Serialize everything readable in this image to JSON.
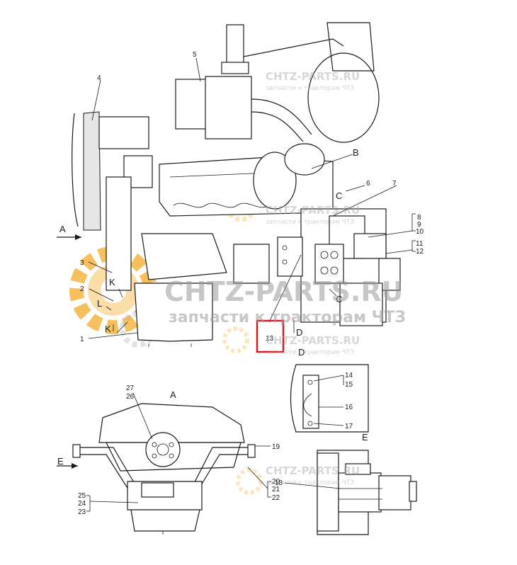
{
  "watermarks": {
    "site": "CHTZ-PARTS.RU",
    "tagline_big": "запчасти к тракторам ЧТЗ",
    "tagline_small": "запчасти к тракторам ЧТЗ"
  },
  "highlight_color": "#e0141e",
  "gear_color": "#f5b642",
  "callouts": {
    "n1": "1",
    "n2": "2",
    "n3": "3",
    "n4": "4",
    "n5": "5",
    "n6": "6",
    "n7": "7",
    "n8": "8",
    "n9": "9",
    "n10": "10",
    "n11": "11",
    "n12": "12",
    "n13": "13",
    "n14": "14",
    "n15": "15",
    "n16": "16",
    "n17": "17",
    "n18": "18",
    "n19": "19",
    "n20": "20",
    "n21": "21",
    "n22": "22",
    "n23": "23",
    "n24": "24",
    "n25": "25",
    "n26": "26",
    "n27": "27"
  },
  "views": {
    "A": "A",
    "B": "B",
    "C": "C",
    "D": "D",
    "E": "E",
    "K": "K",
    "L": "L"
  }
}
